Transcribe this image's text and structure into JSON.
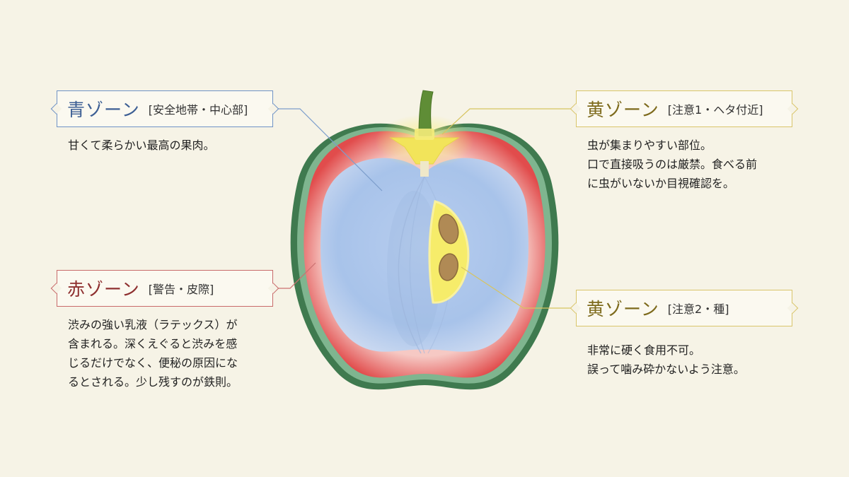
{
  "zones": {
    "blue": {
      "name": "青ゾーン",
      "tag": "[安全地帯・中心部]",
      "lines": [
        "甘くて柔らかい最高の果肉。"
      ]
    },
    "red": {
      "name": "赤ゾーン",
      "tag": "[警告・皮際]",
      "lines": [
        "渋みの強い乳液（ラテックス）が",
        "含まれる。深くえぐると渋みを感",
        "じるだけでなく、便秘の原因にな",
        "るとされる。少し残すのが鉄則。"
      ]
    },
    "yellow_top": {
      "name": "黄ゾーン",
      "tag": "[注意1・ヘタ付近]",
      "lines": [
        "虫が集まりやすい部位。",
        "口で直接吸うのは厳禁。食べる前",
        "に虫がいないか目視確認を。"
      ]
    },
    "yellow_seed": {
      "name": "黄ゾーン",
      "tag": "[注意2・種]",
      "lines": [
        "非常に硬く食用不可。",
        "誤って噛み砕かないよう注意。"
      ]
    }
  },
  "colors": {
    "background": "#f6f3e6",
    "blue_zone": "#a9c6ec",
    "red_zone": "#e35757",
    "yellow_zone": "#f4ea6e",
    "skin_green": "#3f7a4f",
    "skin_purple": "#6b4f86"
  }
}
